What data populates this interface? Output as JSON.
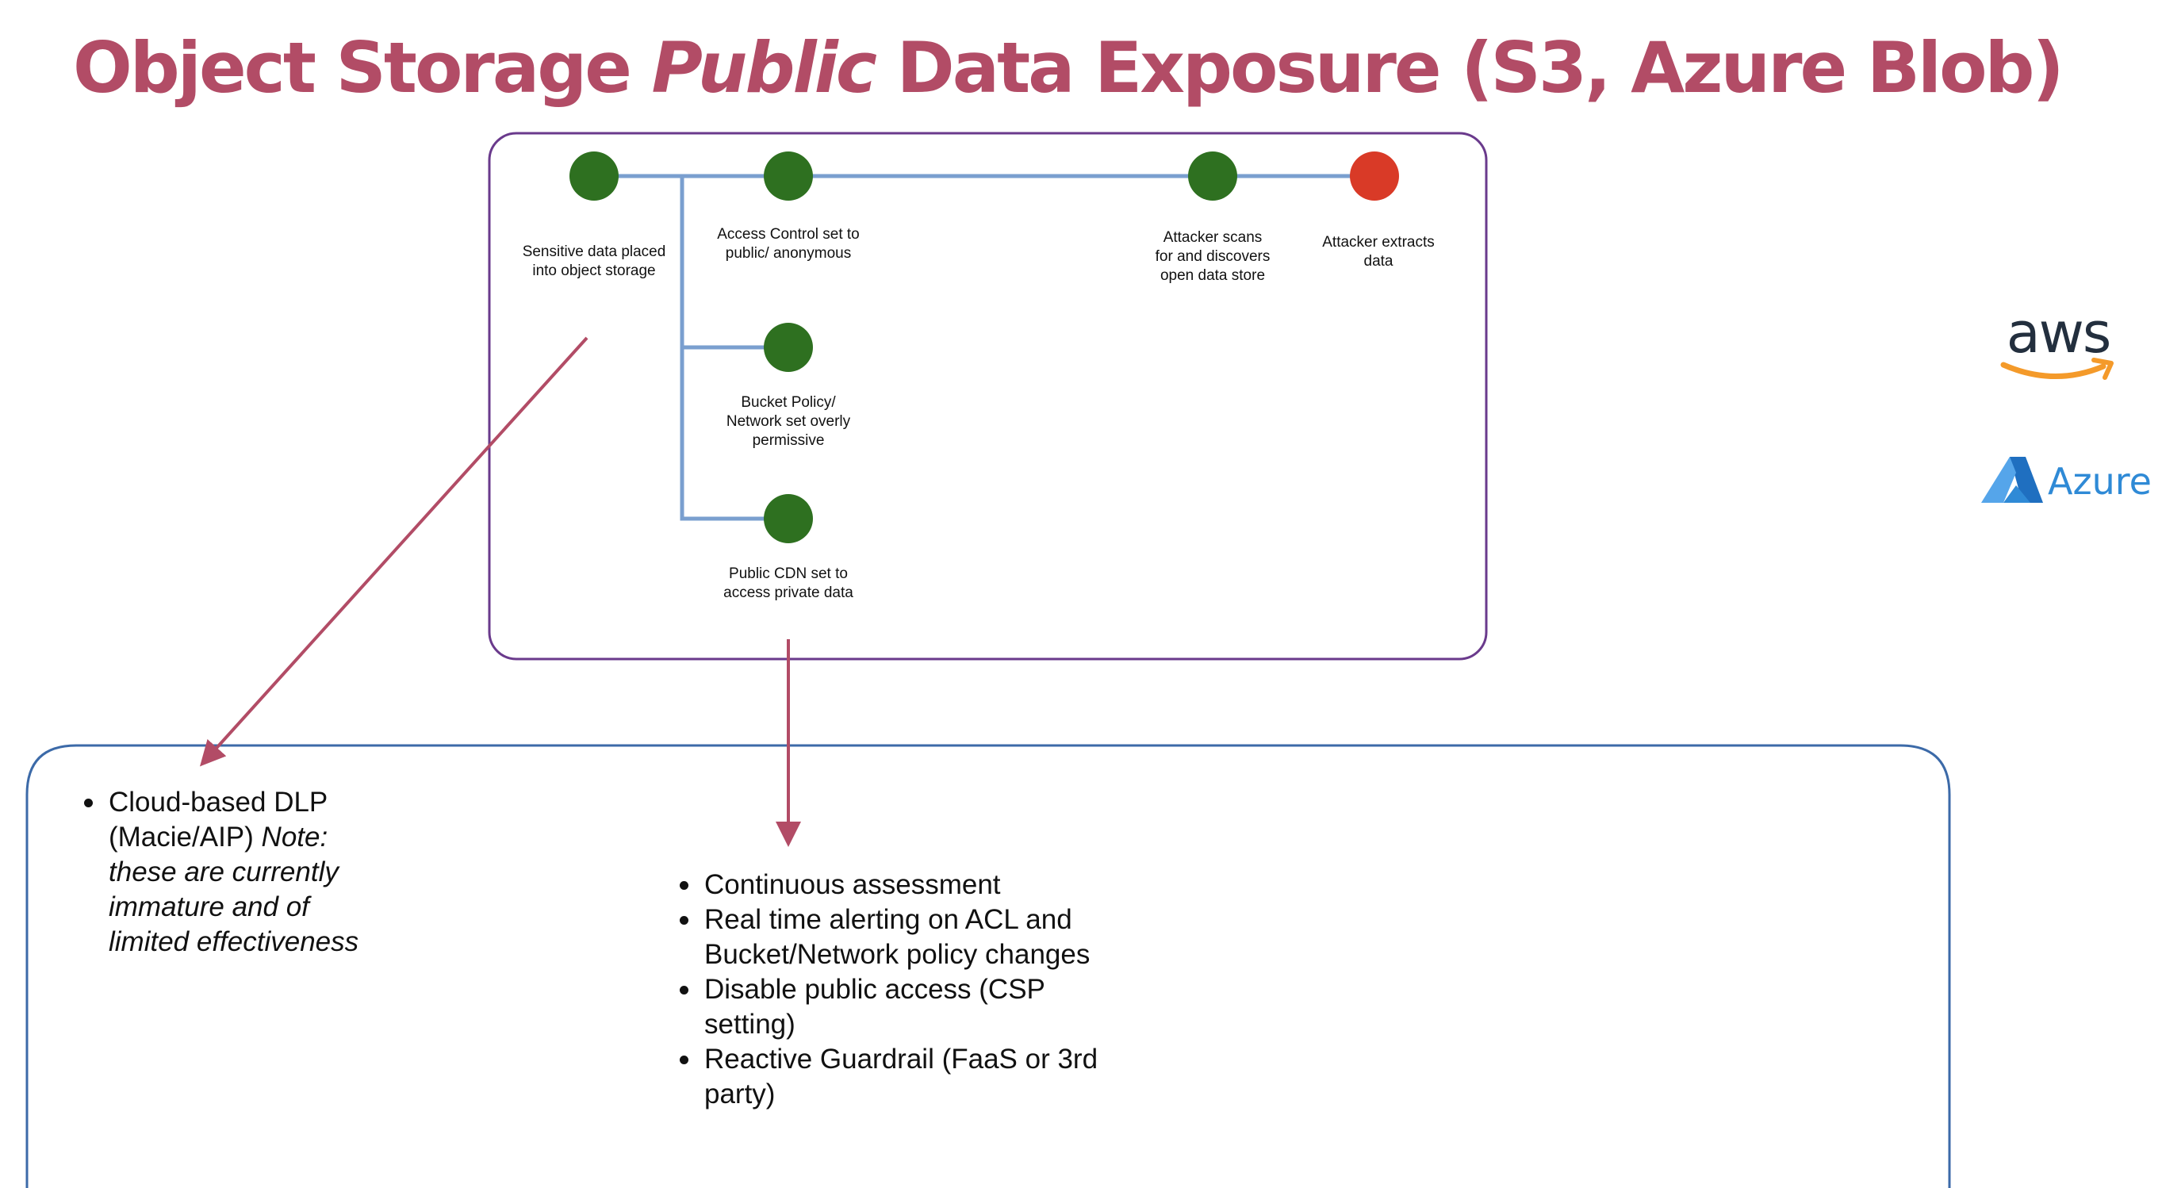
{
  "title": {
    "part1": "Object Storage ",
    "part2": "Public",
    "part3": " Data Exposure (S3, Azure Blob)"
  },
  "colors": {
    "title": "#b24c66",
    "node_safe": "#2e7020",
    "node_breach": "#d93a27",
    "connector": "#7a9fcf",
    "arrow": "#b24c66",
    "top_frame": "#6a3a8c",
    "bottom_frame": "#3c6aa8"
  },
  "nodes": [
    {
      "id": "sensitive-data",
      "status": "safe",
      "label": "Sensitive data placed into object storage"
    },
    {
      "id": "access-control",
      "status": "safe",
      "label": "Access Control set to public/ anonymous"
    },
    {
      "id": "bucket-policy",
      "status": "safe",
      "label": "Bucket Policy/ Network set overly permissive"
    },
    {
      "id": "public-cdn",
      "status": "safe",
      "label": "Public CDN set to access private data"
    },
    {
      "id": "attacker-scans",
      "status": "safe",
      "label": "Attacker scans for and discovers open data store"
    },
    {
      "id": "attacker-extracts",
      "status": "breach",
      "label": "Attacker extracts data"
    }
  ],
  "edges": [
    [
      "sensitive-data",
      "access-control"
    ],
    [
      "sensitive-data",
      "bucket-policy"
    ],
    [
      "sensitive-data",
      "public-cdn"
    ],
    [
      "access-control",
      "attacker-scans"
    ],
    [
      "attacker-scans",
      "attacker-extracts"
    ]
  ],
  "controls": {
    "detective": [
      {
        "text": "Cloud-based DLP (Macie/AIP) ",
        "note": "Note: these are currently immature and of limited effectiveness"
      }
    ],
    "preventive": [
      "Continuous assessment",
      "Real time alerting on ACL and Bucket/Network policy changes",
      "Disable public access (CSP setting)",
      "Reactive Guardrail (FaaS or 3rd party)"
    ]
  },
  "logos": {
    "aws": {
      "text": "aws",
      "text_color": "#232f3e",
      "smile_color": "#f49a2a"
    },
    "azure": {
      "text": "Azure",
      "color": "#2f8ad6",
      "icon": "azure-a-mark-icon"
    }
  }
}
